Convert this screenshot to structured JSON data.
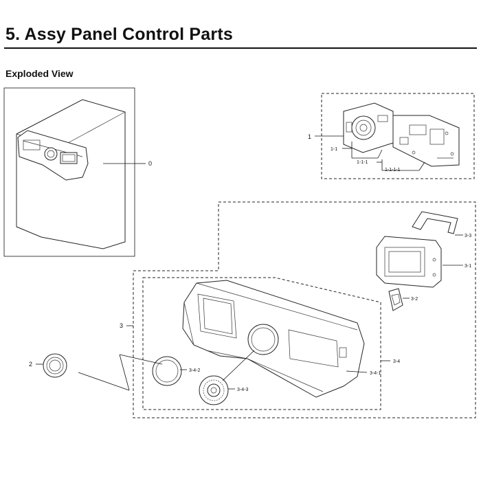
{
  "header": {
    "title": "5.  Assy Panel Control Parts",
    "subtitle": "Exploded View"
  },
  "callouts": {
    "c0": "0",
    "c1": "1",
    "c1_1": "1-1",
    "c1_1_1": "1-1-1",
    "c1_1_1_1": "1-1-1-1",
    "c2": "2",
    "c3": "3",
    "c3_1": "3-1",
    "c3_2": "3-2",
    "c3_3": "3-3",
    "c3_4": "3-4",
    "c3_4_1": "3-4-1",
    "c3_4_2": "3-4-2",
    "c3_4_3": "3-4-3"
  }
}
